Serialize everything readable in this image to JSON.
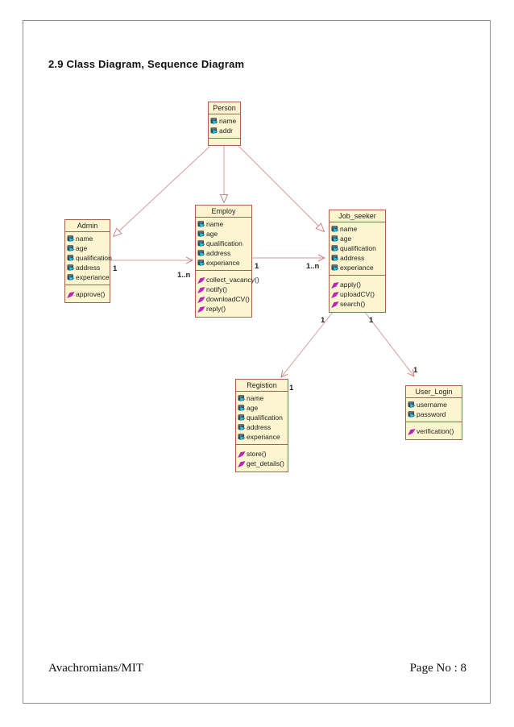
{
  "page": {
    "heading": "2.9 Class Diagram, Sequence Diagram",
    "footer_left": "Avachromians/MIT",
    "footer_right": "Page No : 8"
  },
  "colors": {
    "class_fill": "#fdf4d0",
    "class_border": "#a9604c",
    "connector": "#d49c9c",
    "attribute_icon": "#3f4650",
    "attribute_icon_accent": "#20c5e8",
    "operation_icon": "#c420c4"
  },
  "icons": {
    "attribute": "private-attribute-icon",
    "operation": "public-operation-icon"
  },
  "diagram": {
    "classes": [
      {
        "name": "Person",
        "attributes": [
          "name",
          "addr"
        ],
        "operations": []
      },
      {
        "name": "Admin",
        "attributes": [
          "name",
          "age",
          "qualification",
          "address",
          "experiance"
        ],
        "operations": [
          "approve()"
        ]
      },
      {
        "name": "Employ",
        "attributes": [
          "name",
          "age",
          "qualification",
          "address",
          "experiance"
        ],
        "operations": [
          "collect_vacancy()",
          "notify()",
          "downloadCV()",
          "reply()"
        ]
      },
      {
        "name": "Job_seeker",
        "attributes": [
          "name",
          "age",
          "qualification",
          "address",
          "experiance"
        ],
        "operations": [
          "apply()",
          "uploadCV()",
          "search()"
        ]
      },
      {
        "name": "Registion",
        "attributes": [
          "name",
          "age",
          "qualification",
          "address",
          "experiance"
        ],
        "operations": [
          "store()",
          "get_details()"
        ]
      },
      {
        "name": "User_Login",
        "attributes": [
          "username",
          "password"
        ],
        "operations": [
          "verification()"
        ]
      }
    ],
    "generalizations": [
      {
        "parent": "Person",
        "child": "Admin"
      },
      {
        "parent": "Person",
        "child": "Employ"
      },
      {
        "parent": "Person",
        "child": "Job_seeker"
      }
    ],
    "associations": [
      {
        "source": "Admin",
        "target": "Employ",
        "source_label": "1",
        "target_label": "1..n"
      },
      {
        "source": "Employ",
        "target": "Job_seeker",
        "source_label": "1",
        "target_label": "1..n"
      },
      {
        "source": "Job_seeker",
        "target": "Registion",
        "source_label": "1",
        "target_label": "1"
      },
      {
        "source": "Job_seeker",
        "target": "User_Login",
        "source_label": "1",
        "target_label": "1"
      }
    ]
  }
}
